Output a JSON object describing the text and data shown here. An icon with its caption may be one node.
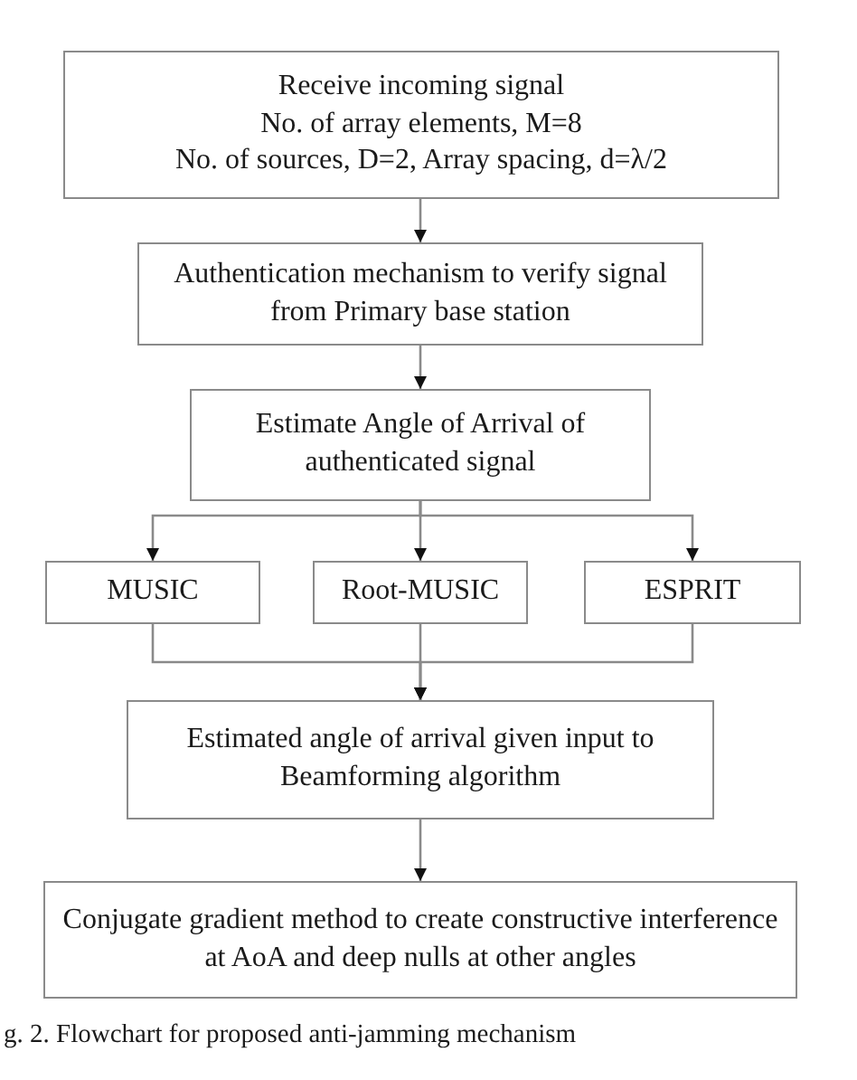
{
  "diagram": {
    "caption": "g. 2. Flowchart for proposed anti-jamming mechanism",
    "nodes": [
      {
        "text": [
          "Receive incoming signal",
          "No. of array elements, M=8",
          "No. of sources, D=2, Array spacing, d=λ/2"
        ]
      },
      {
        "text": [
          "Authentication mechanism to verify signal from Primary base station"
        ]
      },
      {
        "text": [
          "Estimate Angle of Arrival of authenticated signal"
        ]
      },
      {
        "text": [
          "MUSIC"
        ]
      },
      {
        "text": [
          "Root-MUSIC"
        ]
      },
      {
        "text": [
          "ESPRIT"
        ]
      },
      {
        "text": [
          "Estimated angle of arrival given input to Beamforming algorithm"
        ]
      },
      {
        "text": [
          "Conjugate gradient method to create constructive interference at AoA and deep nulls at other angles"
        ]
      }
    ],
    "edges": [
      {
        "from": 0,
        "to": 1,
        "arrow": "to"
      },
      {
        "from": 1,
        "to": 2,
        "arrow": "to"
      },
      {
        "from": 2,
        "to": 3,
        "arrow": "to"
      },
      {
        "from": 2,
        "to": 4,
        "arrow": "to"
      },
      {
        "from": 2,
        "to": 5,
        "arrow": "to"
      },
      {
        "from": 3,
        "to": 6,
        "arrow": "to"
      },
      {
        "from": 4,
        "to": 6,
        "arrow": "to"
      },
      {
        "from": 5,
        "to": 6,
        "arrow": "to"
      },
      {
        "from": 6,
        "to": 7,
        "arrow": "to"
      }
    ]
  }
}
